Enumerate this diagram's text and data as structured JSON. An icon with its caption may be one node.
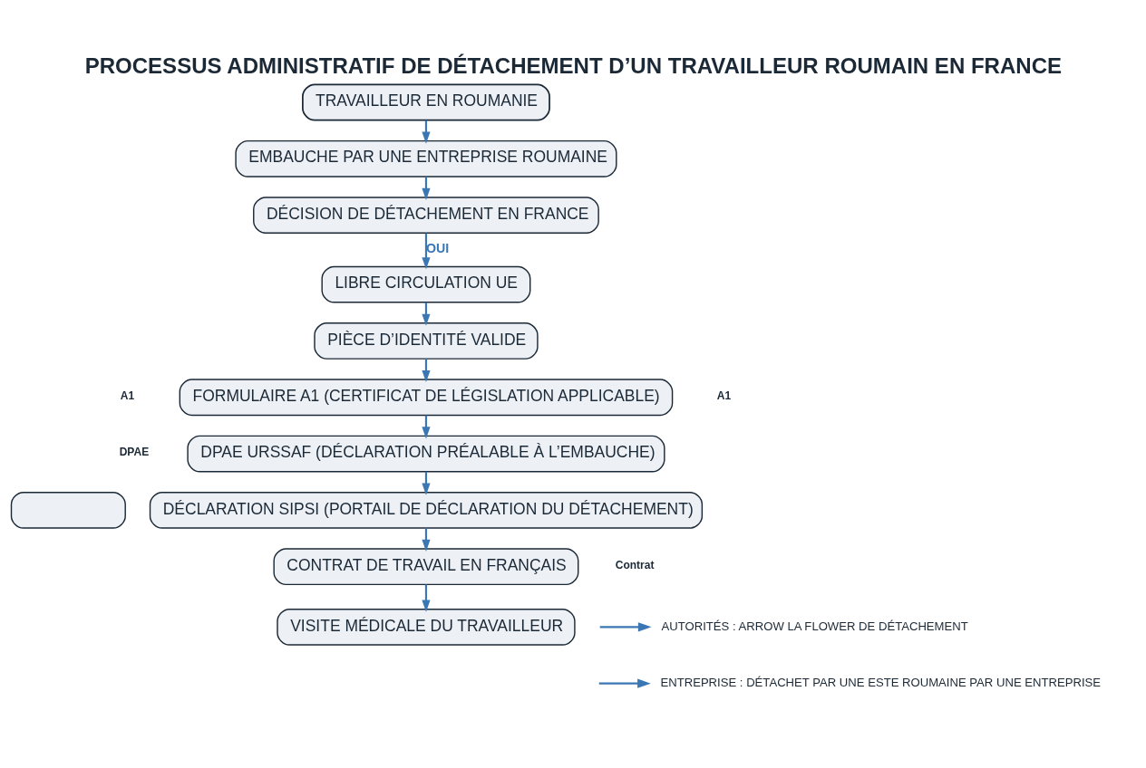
{
  "diagram": {
    "title": "PROCESSUS ADMINISTRATIF DE DÉTACHEMENT D’UN TRAVAILLEUR ROUMAIN EN FRANCE",
    "nodes": [
      {
        "text": [
          "TRAVAILLEUR EN ROUMANIE"
        ]
      },
      {
        "text": [
          "EMBAUCHE PAR UNE ENTREPRISE ROUMAINE"
        ]
      },
      {
        "text": [
          "DÉCISION DE DÉTACHEMENT EN FRANCE"
        ]
      },
      {
        "text": [
          "LIBRE CIRCULATION UE"
        ]
      },
      {
        "text": [
          "PIÈCE D’IDENTITÉ VALIDE"
        ]
      },
      {
        "text": [
          "FORMULAIRE A1 (CERTIFICAT DE LÉGISLATION APPLICABLE)"
        ]
      },
      {
        "text": [
          "DPAE URSSAF (DÉCLARATION PRÉALABLE À L’EMBAUCHE)"
        ]
      },
      {
        "text": [],
        "shape": "box"
      },
      {
        "text": [
          "DÉCLARATION SIPSI (PORTAIL DE DÉCLARATION DU DÉTACHEMENT)"
        ]
      },
      {
        "text": [
          "CONTRAT DE TRAVAIL EN FRANÇAIS"
        ]
      },
      {
        "text": [
          "VISITE MÉDICALE DU TRAVAILLEUR"
        ]
      }
    ],
    "edges": [
      {
        "from": 0,
        "to": 1,
        "arrow": "to"
      },
      {
        "from": 1,
        "to": 2,
        "arrow": "to"
      },
      {
        "from": 2,
        "to": 3,
        "arrow": "to",
        "label": "OUI"
      },
      {
        "from": 3,
        "to": 4,
        "arrow": "to"
      },
      {
        "from": 4,
        "to": 5,
        "arrow": "to"
      },
      {
        "from": 5,
        "to": 6,
        "arrow": "to"
      },
      {
        "from": 6,
        "to": 8,
        "arrow": "to"
      },
      {
        "from": 8,
        "to": 9,
        "arrow": "to"
      },
      {
        "from": 9,
        "to": 10,
        "arrow": "to"
      }
    ],
    "labels": [
      "A1",
      "A1",
      "DPAE",
      "Contrat"
    ],
    "legend": [
      {
        "text": "AUTORITÉS : ARROW LA FLOWER DE DÉTACHEMENT"
      },
      {
        "text": "ENTREPRISE : DÉTACHET PAR UNE ESTE ROUMAINE PAR UNE ENTREPRISE"
      }
    ]
  }
}
